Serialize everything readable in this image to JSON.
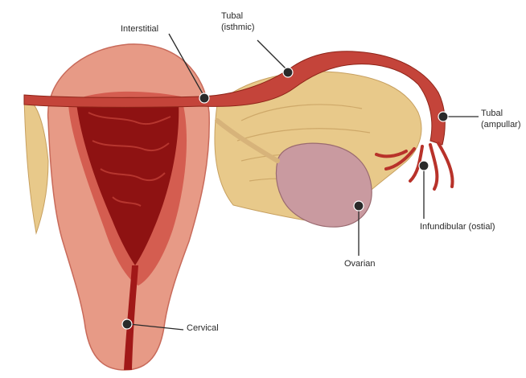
{
  "colors": {
    "uterus_wall": "#e79a86",
    "uterus_edge": "#c86a5a",
    "uterine_cavity": "#8e1212",
    "endometrium": "#c7463c",
    "tube": "#c4443a",
    "tube_dark": "#8e2418",
    "ligament": "#e8c98a",
    "ovary": "#c99aa0",
    "site_marker": "#2a2a2a"
  },
  "labels": {
    "interstitial": "Interstitial",
    "tubal_isthmic_line1": "Tubal",
    "tubal_isthmic_line2": "(isthmic)",
    "tubal_ampullar_line1": "Tubal",
    "tubal_ampullar_line2": "(ampullar)",
    "infundibular": "Infundibular (ostial)",
    "ovarian": "Ovarian",
    "cervical": "Cervical"
  }
}
